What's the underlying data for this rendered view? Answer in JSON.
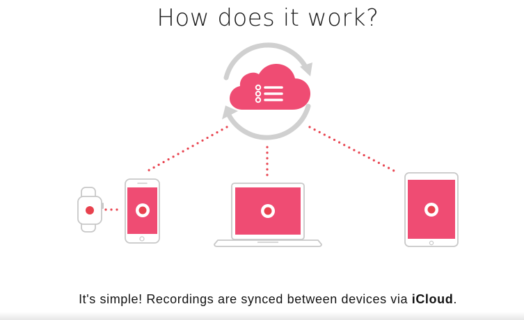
{
  "title": "How does it work?",
  "caption": {
    "prefix": "It's simple!  Recordings are synced between devices via ",
    "emphasis": "iCloud",
    "suffix": "."
  },
  "colors": {
    "accent": "#ef4c73",
    "device_outline": "#c8c8c8",
    "sync_arrows": "#d0d0d0",
    "connector_dots": "#e8434f",
    "record_dot": "#e8414e"
  },
  "icons": {
    "cloud": "cloud-list-icon",
    "sync": "sync-arrows-icon",
    "watch": "watch-icon",
    "phone": "phone-icon",
    "laptop": "laptop-icon",
    "tablet": "tablet-icon",
    "record": "record-icon"
  }
}
